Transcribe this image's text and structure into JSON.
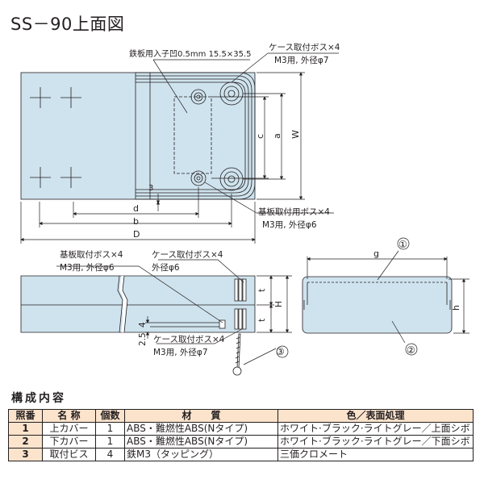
{
  "title": "SS－90上面図",
  "labels": {
    "plate_recess": "鉄板用入子凹0.5mm 15.5×35.5",
    "case_boss_top_1": "ケース取付ボス×4",
    "case_boss_top_2": "M3用, 外径φ7",
    "board_boss_top_1": "基板取付用ボス×4",
    "board_boss_top_2": "M3用, 外径φ6",
    "dim_3": "3",
    "dim_d_small": "d",
    "dim_b": "b",
    "dim_D": "D",
    "dim_c": "c",
    "dim_a": "a",
    "dim_W": "W",
    "board_boss_side_1": "基板取付ボス×4",
    "board_boss_side_2": "M3用, 外径φ6",
    "case_boss_side_1": "ケース取付ボス×4",
    "case_boss_side_2": "外径φ6",
    "dim_t1": "t",
    "dim_t2": "t",
    "dim_H": "H",
    "dim_4": "4",
    "dim_25": "2.5",
    "case_boss_bottom_1": "ケース取付ボス×4",
    "case_boss_bottom_2": "M3用, 外径φ7",
    "dim_g": "g",
    "dim_h": "h",
    "callout_1": "①",
    "callout_2": "②",
    "callout_3": "③"
  },
  "parts": {
    "title": "構成内容",
    "headers": [
      "照番",
      "名 称",
      "個数",
      "材　　質",
      "色／表面処理"
    ],
    "rows": [
      {
        "no": "1",
        "name": "上カバー",
        "qty": "1",
        "material": "ABS・難燃性ABS(Nタイプ)",
        "finish": "ホワイト·ブラック·ライトグレー／上面シボ"
      },
      {
        "no": "2",
        "name": "下カバー",
        "qty": "1",
        "material": "ABS・難燃性ABS(Nタイプ)",
        "finish": "ホワイト·ブラック·ライトグレー／下面シボ"
      },
      {
        "no": "3",
        "name": "取付ビス",
        "qty": "4",
        "material": "鉄M3（タッピング）",
        "finish": "三価クロメート"
      }
    ]
  },
  "colors": {
    "body_fill": "#cfe3ee",
    "line": "#231f20",
    "table_header": "#fbe3cc"
  }
}
